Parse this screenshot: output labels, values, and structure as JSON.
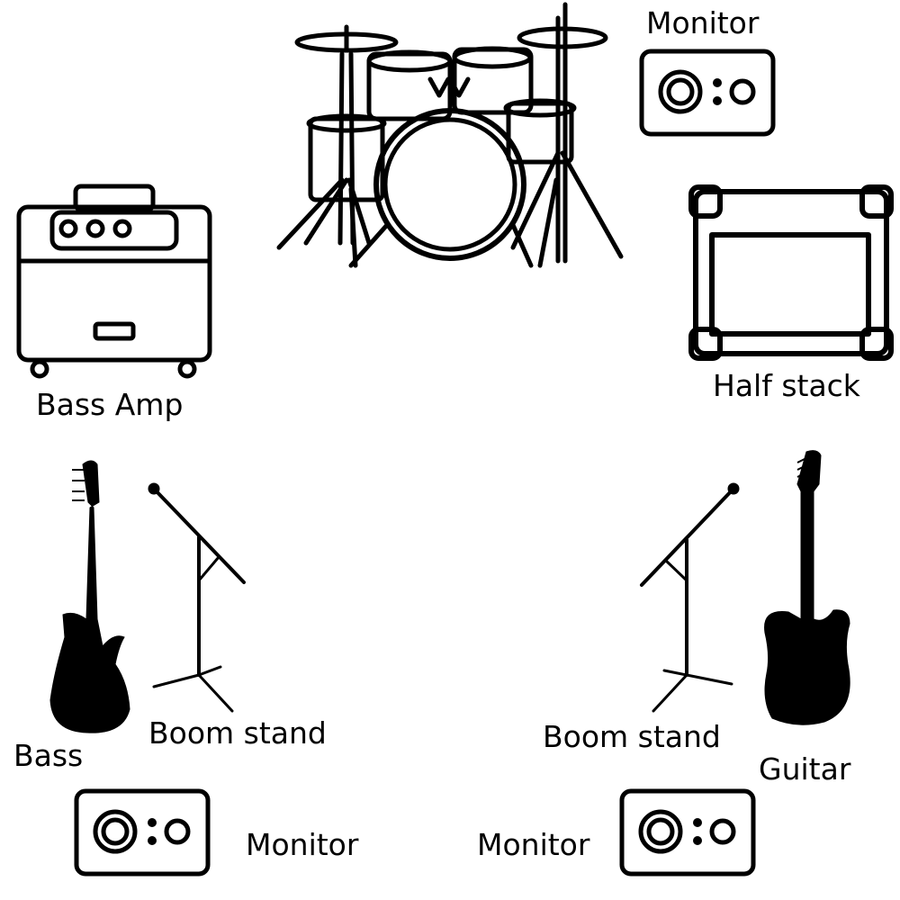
{
  "colors": {
    "ink": "#000000",
    "background": "#ffffff"
  },
  "labels": {
    "monitor_top": "Monitor",
    "bass_amp": "Bass Amp",
    "half_stack": "Half stack",
    "bass": "Bass",
    "boom_stand_left": "Boom stand",
    "boom_stand_right": "Boom stand",
    "guitar": "Guitar",
    "monitor_bottom_left": "Monitor",
    "monitor_bottom_right": "Monitor"
  }
}
